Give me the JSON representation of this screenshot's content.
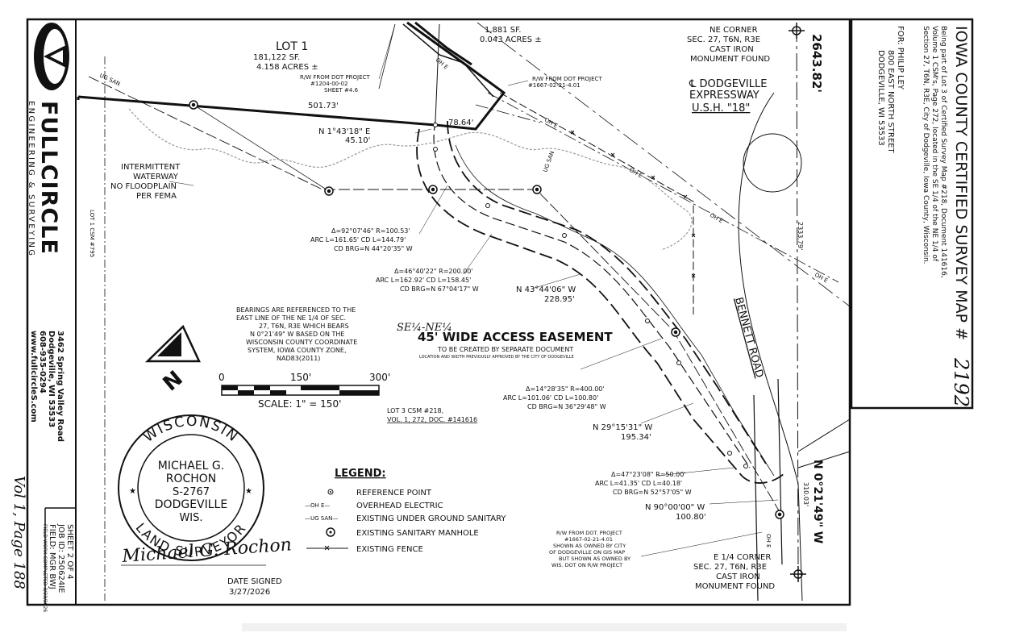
{
  "firm": {
    "name": "FULLCIRCLE",
    "subtitle": "ENGINEERING & SURVEYING",
    "address1": "3462 Spring Valley Road",
    "address2": "Dodgeville, WI 53533",
    "phone": "608-935-0294",
    "web": "www.fullcircleS.com"
  },
  "sheet": {
    "sheet_no": "SHEET 2 OF 4",
    "job": "JOB ID: 250624IE",
    "field": "FIELD: MGR BWJ",
    "field_note": "FIELD WORK COMPLETED 3/23/2026",
    "handwritten": "Vol 1, Page 188"
  },
  "title": {
    "main": "IOWA COUNTY CERTIFIED SURVEY MAP #",
    "number": "2192",
    "desc1": "Being part of Lot 3 of Certified Survey Map #218, Document 141616,",
    "desc2": "Volume 1 CSM's, Page 272, located in the SE 1/4 of the NE 1/4 of",
    "desc3": "Section 27, T6N, R3E, City of Dodgeville, Iowa County, Wisconsin.",
    "for_label": "FOR: PHILIP LEY",
    "for_addr1": "800 EAST NORTH STREET",
    "for_addr2": "DODGEVILLE, WI 53533"
  },
  "labels": {
    "lot1_title": "LOT 1",
    "lot1_sf": "181,122 SF.",
    "lot1_ac": "4.158 ACRES ±",
    "top_sf": "1,881 SF.",
    "top_ac": "0.043 ACRES ±",
    "ne_corner1": "NE CORNER",
    "ne_corner2": "SEC. 27, T6N, R3E",
    "ne_corner3": "CAST IRON",
    "ne_corner4": "MONUMENT FOUND",
    "expressway1": "℄ DODGEVILLE",
    "expressway2": "EXPRESSWAY",
    "expressway3": "U.S.H. \"18\"",
    "rw1_a": "R/W FROM DOT PROJECT",
    "rw1_b": "#1204-00-02",
    "rw1_c": "SHEET #4.6",
    "rw2_a": "R/W FROM DOT PROJECT",
    "rw2_b": "#1667-02-21-4.01",
    "dim_501": "501.73'",
    "dim_7864": "78.64'",
    "brg1": "N 1°43'18\" E",
    "brg1_d": "45.10'",
    "waterway1": "INTERMITTENT",
    "waterway2": "WATERWAY",
    "waterway3": "NO FLOODPLAIN",
    "waterway4": "PER FEMA",
    "lot1csm": "LOT 1 CSM #795",
    "curve1_a": "Δ=92°07'46\"   R=100.53'",
    "curve1_b": "ARC L=161.65'  CD L=144.79'",
    "curve1_c": "CD BRG=N 44°20'35\" W",
    "curve2_a": "Δ=46°40'22\"   R=200.00'",
    "curve2_b": "ARC L=162.92'  CD L=158.45'",
    "curve2_c": "CD BRG=N 67°04'17\" W",
    "brg2": "N 43°44'06\" W",
    "brg2_d": "228.95'",
    "bearings1": "BEARINGS ARE REFERENCED TO THE",
    "bearings2": "EAST LINE OF THE NE 1/4 OF SEC.",
    "bearings3": "27, T6N, R3E WHICH BEARS",
    "bearings4": "N 0°21'49\" W BASED ON THE",
    "bearings5": "WISCONSIN COUNTY COORDINATE",
    "bearings6": "SYSTEM, IOWA COUNTY ZONE,",
    "bearings7": "NAD83(2011)",
    "se_ne": "SE¼-NE¼",
    "easement": "45' WIDE ACCESS EASEMENT",
    "easement2": "TO BE CREATED BY SEPARATE DOCUMENT",
    "easement3": "LOCATION AND WIDTH PREVIOUSLY APPROVED BY THE CITY OF DODGEVILLE",
    "scale_0": "0",
    "scale_150": "150'",
    "scale_300": "300'",
    "scale_text": "SCALE: 1\" = 150'",
    "curve3_a": "Δ=14°28'35\"   R=400.00'",
    "curve3_b": "ARC L=101.06'  CD L=100.80'",
    "curve3_c": "CD BRG=N 36°29'48\" W",
    "lot3_1": "LOT 3 CSM #218,",
    "lot3_2": "VOL. 1, 272, DOC. #141616",
    "brg3": "N 29°15'31\" W",
    "brg3_d": "195.34'",
    "curve4_a": "Δ=47°23'08\"   R=50.00'",
    "curve4_b": "ARC L=41.35'  CD L=40.18'",
    "curve4_c": "CD BRG=N 52°57'05\" W",
    "brg4": "N 90°00'00\" W",
    "brg4_d": "100.80'",
    "bennett": "BENNETT ROAD",
    "dist_2643": "2643.82'",
    "dist_2333": "2333.79'",
    "dist_310": "310.03'",
    "brg_east": "N 0°21'49\" W",
    "rw3_a": "R/W FROM DOT. PROJECT",
    "rw3_b": "#1667-02-21-4.01",
    "rw3_c": "SHOWN AS OWNED BY CITY",
    "rw3_d": "OF DODGEVILLE ON GIS MAP",
    "rw3_e": "BUT SHOWN AS OWNED BY",
    "rw3_f": "WIS. DOT ON R/W PROJECT",
    "e_corner1": "E 1/4 CORNER",
    "e_corner2": "SEC. 27, T6N, R3E",
    "e_corner3": "CAST IRON",
    "e_corner4": "MONUMENT FOUND",
    "ohe": "OH E",
    "ugsan": "UG SAN"
  },
  "legend": {
    "title": "LEGEND:",
    "items": [
      {
        "symbol": "reference-point",
        "label": "REFERENCE POINT"
      },
      {
        "symbol": "overhead-electric",
        "label": "OVERHEAD ELECTRIC"
      },
      {
        "symbol": "underground-sanitary",
        "label": "EXISTING UNDER GROUND SANITARY"
      },
      {
        "symbol": "sanitary-manhole",
        "label": "EXISTING SANITARY MANHOLE"
      },
      {
        "symbol": "fence",
        "label": "EXISTING FENCE"
      }
    ],
    "ohe_sym": "—OH E—",
    "ug_sym": "—UG SAN—"
  },
  "seal": {
    "top": "WISCONSIN",
    "name1": "MICHAEL G.",
    "name2": "ROCHON",
    "license": "S-2767",
    "city": "DODGEVILLE",
    "state": "WIS.",
    "bottom": "LAND SURVEYOR",
    "signature": "Michael G. Rochon",
    "date_label": "DATE SIGNED",
    "date": "3/27/2026"
  },
  "north_letter": "N"
}
